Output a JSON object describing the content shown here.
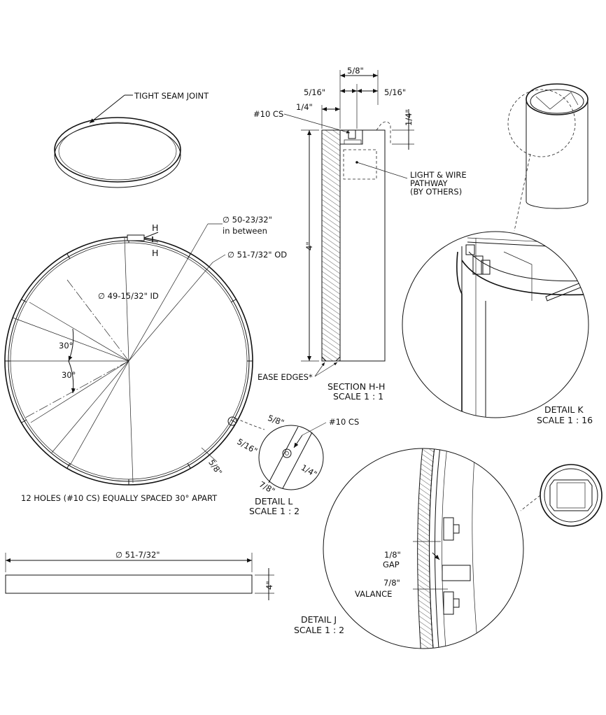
{
  "labels": {
    "tight_seam": "TIGHT SEAM JOINT",
    "dia_between": "∅ 50-23/32\"",
    "in_between": "in between",
    "dia_od": "∅ 51-7/32\" OD",
    "dia_id": "∅ 49-15/32\" ID",
    "angle_1": "30°",
    "angle_2": "30°",
    "holes_note": "12 HOLES (#10 CS) EQUALLY SPACED 30° APART",
    "h_top": "H",
    "h_bottom": "H",
    "ring_58": "5/8\"",
    "elev_dia": "∅ 51-7/32\"",
    "elev_height": "4\"",
    "sec_58": "5/8\"",
    "sec_516_l": "5/16\"",
    "sec_516_r": "5/16\"",
    "sec_14_l": "1/4\"",
    "sec_14_r": "1/4\"",
    "sec_cs": "#10 CS",
    "sec_light_1": "LIGHT & WIRE",
    "sec_light_2": "PATHWAY",
    "sec_light_3": "(BY OTHERS)",
    "sec_height": "4\"",
    "ease_edges": "EASE EDGES*",
    "section_title": "SECTION H-H",
    "section_scale": "SCALE 1 : 1",
    "detail_k_title": "DETAIL K",
    "detail_k_scale": "SCALE 1 : 16",
    "dl_58": "5/8\"",
    "dl_cs": "#10 CS",
    "dl_516": "5/16\"",
    "dl_14": "1/4\"",
    "dl_78": "7/8\"",
    "detail_l_title": "DETAIL L",
    "detail_l_scale": "SCALE 1 : 2",
    "dj_gap_1": "1/8\"",
    "dj_gap_2": "GAP",
    "dj_val_1": "7/8\"",
    "dj_val_2": "VALANCE",
    "detail_j_title": "DETAIL J",
    "detail_j_scale": "SCALE 1 : 2"
  }
}
